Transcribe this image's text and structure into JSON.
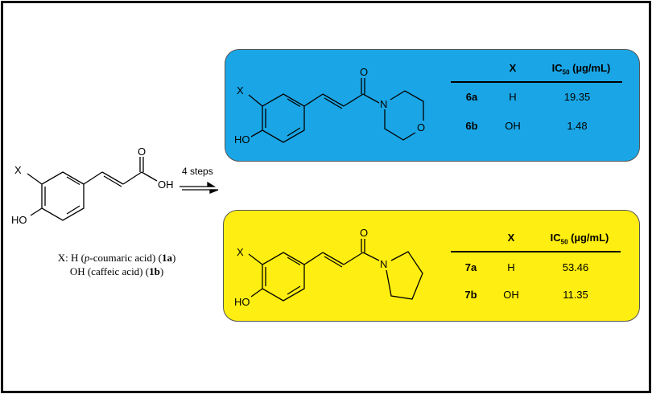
{
  "reaction": {
    "arrow_label": "4 steps",
    "start_substituent": "X",
    "start_hydroxyl": "HO",
    "start_acid_oh": "OH",
    "start_carbonyl": "O",
    "legend_line1_prefix": "X: H (",
    "legend_line1_italic": "p",
    "legend_line1_mid": "-coumaric acid) (",
    "legend_line1_bold": "1a",
    "legend_line1_suffix": ")",
    "legend_line2_prefix": "OH (caffeic acid) (",
    "legend_line2_bold": "1b",
    "legend_line2_suffix": ")"
  },
  "morpholine_panel": {
    "color": "#1aa6e6",
    "atoms": {
      "X": "X",
      "HO": "HO",
      "O_carbonyl": "O",
      "N": "N",
      "O_ring": "O"
    },
    "table": {
      "col_x": "X",
      "col_ic50_prefix": "IC",
      "col_ic50_sub": "50",
      "col_ic50_unit": " (µg/mL)",
      "rows": [
        {
          "compound": "6a",
          "x": "H",
          "ic50": "19.35"
        },
        {
          "compound": "6b",
          "x": "OH",
          "ic50": "1.48"
        }
      ]
    }
  },
  "pyrrolidine_panel": {
    "color": "#ffee11",
    "atoms": {
      "X": "X",
      "HO": "HO",
      "O_carbonyl": "O",
      "N": "N"
    },
    "table": {
      "col_x": "X",
      "col_ic50_prefix": "IC",
      "col_ic50_sub": "50",
      "col_ic50_unit": " (µg/mL)",
      "rows": [
        {
          "compound": "7a",
          "x": "H",
          "ic50": "53.46"
        },
        {
          "compound": "7b",
          "x": "OH",
          "ic50": "11.35"
        }
      ]
    }
  }
}
